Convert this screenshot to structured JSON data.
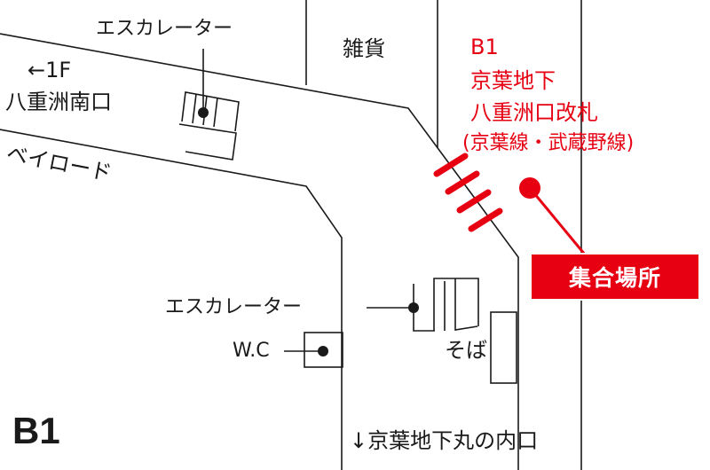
{
  "labels": {
    "escalator_top": "エスカレーター",
    "zakka": "雑貨",
    "arrow_1f": "←1F",
    "exit_name": "八重洲南口",
    "bei_road": "ベイロード",
    "escalator_mid": "エスカレーター",
    "wc": "W.C",
    "soba": "そば",
    "floor": "B1",
    "bottom_exit": "↓京葉地下丸の内口"
  },
  "meeting": {
    "line1": "B1",
    "line2": "京葉地下",
    "line3": "八重洲口改札",
    "line4": "(京葉線・武蔵野線)",
    "badge": "集合場所"
  },
  "colors": {
    "ink": "#1a1a1a",
    "accent": "#e60012",
    "background": "#ffffff"
  }
}
